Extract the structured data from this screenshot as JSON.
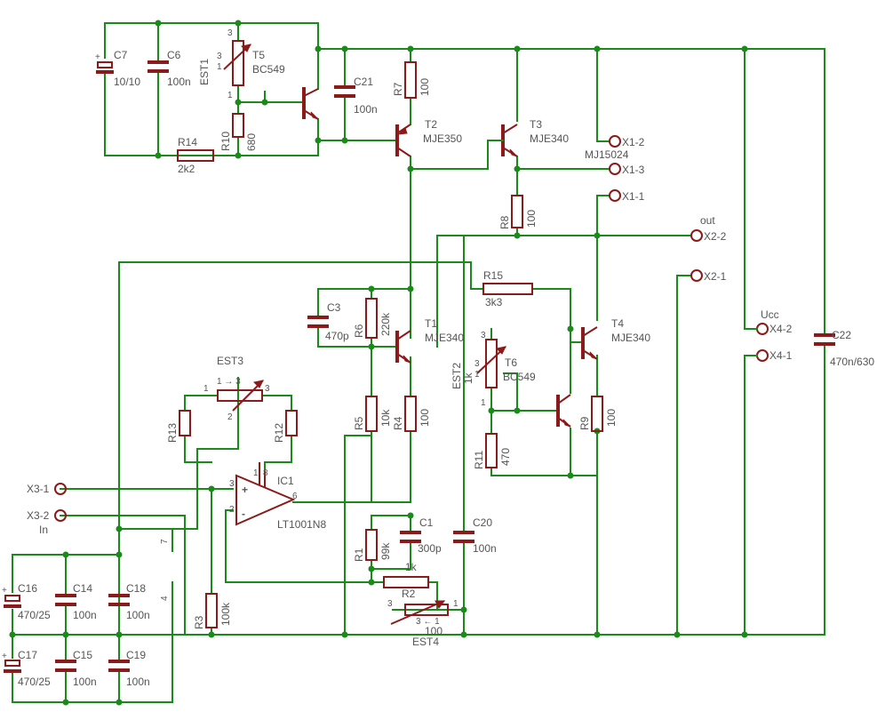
{
  "components": {
    "C7": {
      "name": "C7",
      "value": "10/10"
    },
    "C6": {
      "name": "C6",
      "value": "100n"
    },
    "C21": {
      "name": "C21",
      "value": "100n"
    },
    "C3": {
      "name": "C3",
      "value": "470p"
    },
    "C1": {
      "name": "C1",
      "value": "300p"
    },
    "C20": {
      "name": "C20",
      "value": "100n"
    },
    "C22": {
      "name": "C22",
      "value": "470n/630"
    },
    "C16": {
      "name": "C16",
      "value": "470/25"
    },
    "C17": {
      "name": "C17",
      "value": "470/25"
    },
    "C14": {
      "name": "C14",
      "value": "100n"
    },
    "C15": {
      "name": "C15",
      "value": "100n"
    },
    "C18": {
      "name": "C18",
      "value": "100n"
    },
    "C19": {
      "name": "C19",
      "value": "100n"
    },
    "R14": {
      "name": "R14",
      "value": "2k2"
    },
    "R10": {
      "name": "R10",
      "value": "680"
    },
    "R7": {
      "name": "R7",
      "value": "100"
    },
    "R8": {
      "name": "R8",
      "value": "100"
    },
    "R15": {
      "name": "R15",
      "value": "3k3"
    },
    "R6": {
      "name": "R6",
      "value": "220k"
    },
    "R5": {
      "name": "R5",
      "value": "10k"
    },
    "R4": {
      "name": "R4",
      "value": "100"
    },
    "R13": {
      "name": "R13",
      "value": ""
    },
    "R12": {
      "name": "R12",
      "value": ""
    },
    "R11": {
      "name": "R11",
      "value": "470"
    },
    "R9": {
      "name": "R9",
      "value": "100"
    },
    "R1": {
      "name": "R1",
      "value": "99k"
    },
    "R3": {
      "name": "R3",
      "value": "100k"
    },
    "R2": {
      "name": "R2",
      "value": "1k"
    },
    "T1": {
      "name": "T1",
      "value": "MJE340"
    },
    "T2": {
      "name": "T2",
      "value": "MJE350"
    },
    "T3": {
      "name": "T3",
      "value": "MJE340"
    },
    "T4": {
      "name": "T4",
      "value": "MJE340"
    },
    "T5": {
      "name": "T5",
      "value": "BC549"
    },
    "T6": {
      "name": "T6",
      "value": "BC549"
    },
    "IC1": {
      "name": "IC1",
      "value": "LT1001N8"
    },
    "EST1": {
      "name": "EST1",
      "value": ""
    },
    "EST2": {
      "name": "EST2",
      "value": "1k"
    },
    "EST3": {
      "name": "EST3",
      "value": ""
    },
    "EST4": {
      "name": "EST4",
      "value": "100"
    },
    "MJ15024": {
      "name": "MJ15024"
    }
  },
  "connectors": {
    "X1_1": "X1-1",
    "X1_2": "X1-2",
    "X1_3": "X1-3",
    "X2_1": "X2-1",
    "X2_2": "X2-2",
    "X3_1": "X3-1",
    "X3_2": "X3-2",
    "X4_1": "X4-1",
    "X4_2": "X4-2"
  },
  "net_labels": {
    "out": "out",
    "in": "In",
    "ucc": "Ucc"
  },
  "pins": {
    "p1": "1",
    "p2": "2",
    "p3": "3",
    "p4": "4",
    "p6": "6",
    "p7": "7",
    "p8": "8",
    "plus": "+",
    "minus": "-",
    "cap_plus": "+",
    "est13": "1 → 3",
    "est31": "3 ← 1"
  },
  "colors": {
    "wire": "#1a8a1a",
    "part": "#8b1a1a",
    "text": "#555555"
  }
}
